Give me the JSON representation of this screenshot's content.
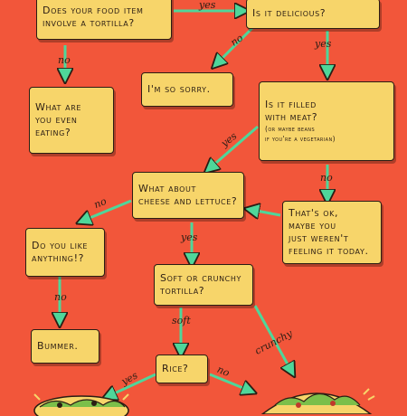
{
  "nodes": {
    "q_tortilla": {
      "line1": "Does your food item",
      "line2": "involve a tortilla?"
    },
    "q_delicious": {
      "text": "Is it delicious?"
    },
    "sorry": {
      "text": "I'm so sorry."
    },
    "eating": {
      "line1": "What are",
      "line2": "you even",
      "line3": "eating?"
    },
    "q_meat": {
      "line1": "Is it filled",
      "line2": "with meat?",
      "note1": "(or maybe beans",
      "note2": "if you're a vegetarian)"
    },
    "q_cheese": {
      "line1": "What about",
      "line2": "cheese and lettuce?"
    },
    "ok": {
      "line1": "That's ok,",
      "line2": "maybe you",
      "line3": "just weren't",
      "line4": "feeling it today."
    },
    "q_anything": {
      "line1": "Do you like",
      "line2": "anything!?"
    },
    "q_soft": {
      "line1": "Soft or crunchy",
      "line2": "tortilla?"
    },
    "bummer": {
      "text": "Bummer."
    },
    "q_rice": {
      "text": "Rice?"
    }
  },
  "labels": {
    "yes_1": "yes",
    "no_1": "no",
    "no_2": "no",
    "yes_2": "yes",
    "yes_3": "yes",
    "no_3": "no",
    "no_4": "no",
    "yes_4": "yes",
    "no_5": "no",
    "soft": "soft",
    "crunchy": "crunchy",
    "yes_5": "yes",
    "no_6": "no"
  },
  "colors": {
    "background": "#f2563a",
    "box_fill": "#f7d56a",
    "arrow": "#4fd69a",
    "ink": "#2b1d14"
  }
}
